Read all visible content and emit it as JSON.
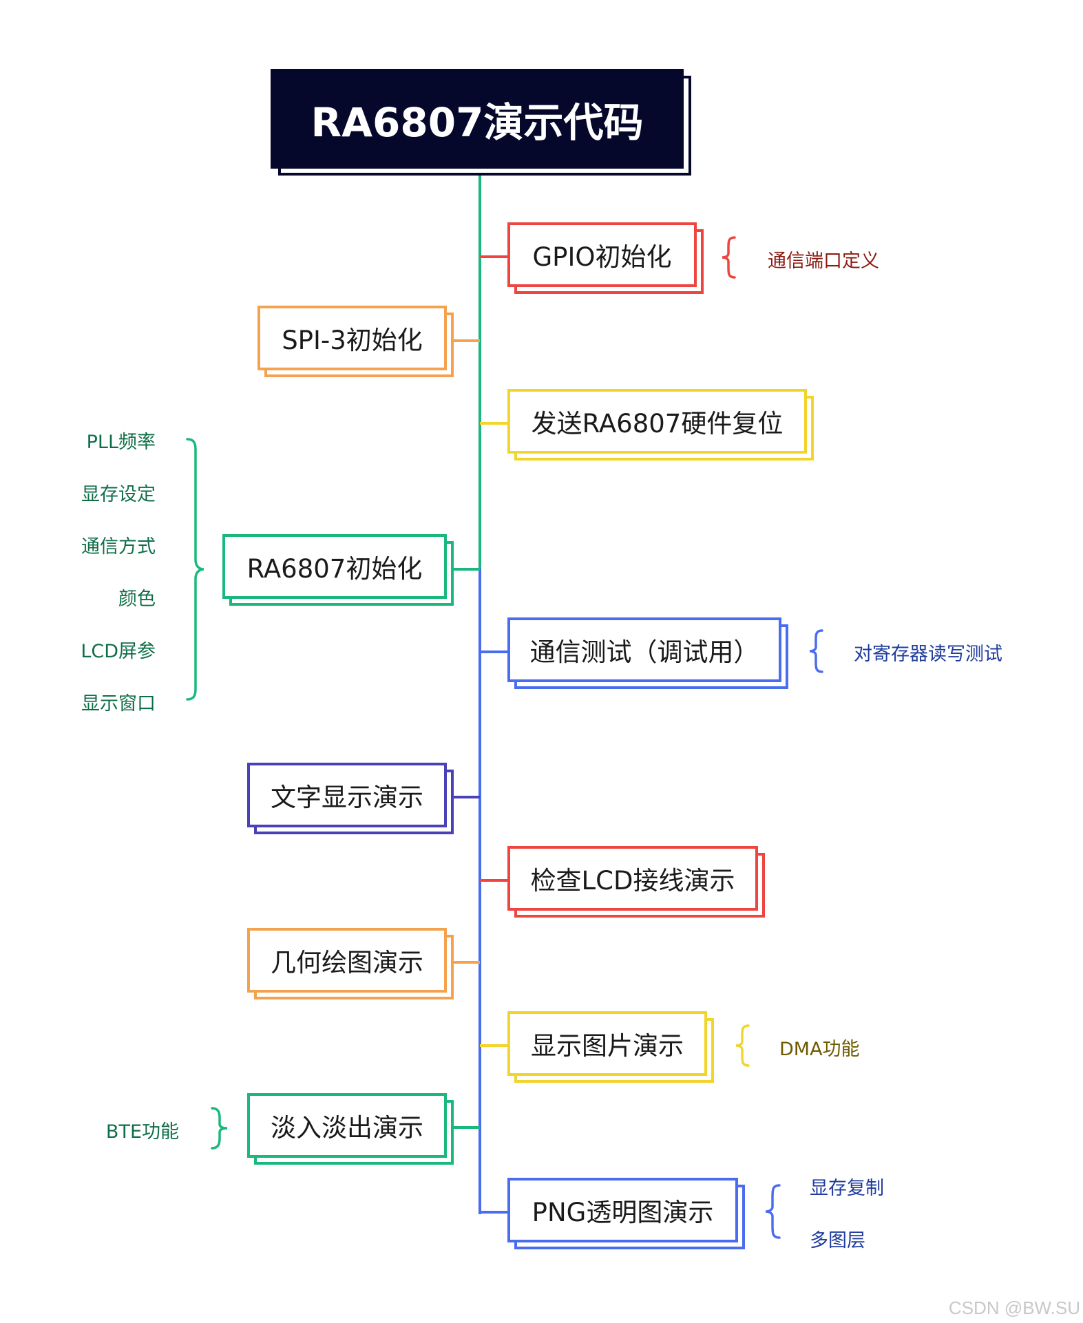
{
  "title": "RA6807演示代码",
  "colors": {
    "title_bg": "#05072b",
    "red": "#ee4540",
    "orange": "#f4a24d",
    "yellow": "#f2d52b",
    "green": "#1ab87d",
    "blue": "#4a6cf0",
    "purple": "#4a40b8",
    "note_dark_red": "#8b1a10",
    "note_green": "#0f6e48",
    "note_blue": "#1f3c9e",
    "note_olive": "#6e5a00"
  },
  "nodes": [
    {
      "id": "gpio",
      "label": "GPIO初始化",
      "color": "red"
    },
    {
      "id": "spi",
      "label": "SPI-3初始化",
      "color": "orange"
    },
    {
      "id": "reset",
      "label": "发送RA6807硬件复位",
      "color": "yellow"
    },
    {
      "id": "init",
      "label": "RA6807初始化",
      "color": "green"
    },
    {
      "id": "comm",
      "label": "通信测试（调试用）",
      "color": "blue"
    },
    {
      "id": "text",
      "label": "文字显示演示",
      "color": "purple"
    },
    {
      "id": "lcd",
      "label": "检查LCD接线演示",
      "color": "red"
    },
    {
      "id": "geom",
      "label": "几何绘图演示",
      "color": "orange"
    },
    {
      "id": "img",
      "label": "显示图片演示",
      "color": "yellow"
    },
    {
      "id": "fade",
      "label": "淡入淡出演示",
      "color": "green"
    },
    {
      "id": "png",
      "label": "PNG透明图演示",
      "color": "blue"
    }
  ],
  "notes": {
    "gpio": [
      "通信端口定义"
    ],
    "init": [
      "PLL频率",
      "显存设定",
      "通信方式",
      "颜色",
      "LCD屏参",
      "显示窗口"
    ],
    "comm": [
      "对寄存器读写测试"
    ],
    "img": [
      "DMA功能"
    ],
    "fade": [
      "BTE功能"
    ],
    "png": [
      "显存复制",
      "多图层"
    ]
  },
  "watermark": "CSDN @BW.SU"
}
